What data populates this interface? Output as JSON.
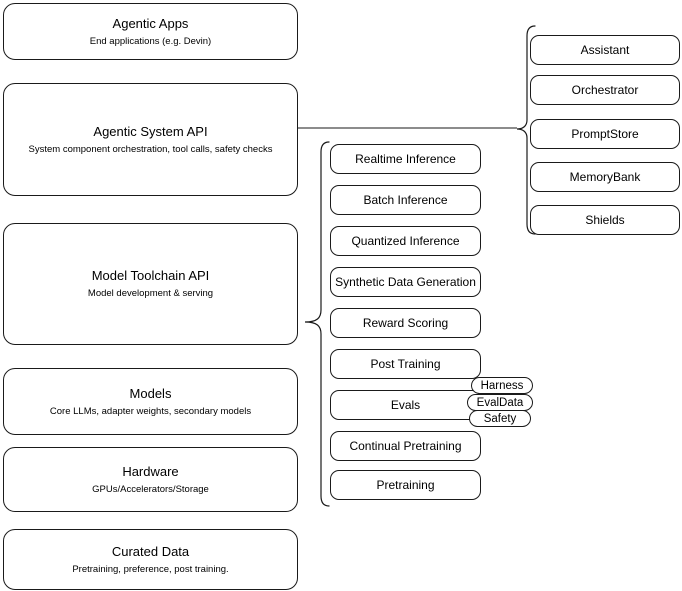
{
  "diagram": {
    "title": "Agentic AI stack architecture",
    "stroke_color": "#1a1a1a",
    "background_color": "#ffffff"
  },
  "stack_layers": [
    {
      "id": "agentic-apps",
      "title": "Agentic Apps",
      "subtitle": "End applications (e.g. Devin)"
    },
    {
      "id": "agentic-system-api",
      "title": "Agentic System API",
      "subtitle": "System component orchestration, tool calls, safety checks"
    },
    {
      "id": "model-toolchain-api",
      "title": "Model Toolchain API",
      "subtitle": "Model development & serving"
    },
    {
      "id": "models",
      "title": "Models",
      "subtitle": "Core LLMs, adapter weights, secondary models"
    },
    {
      "id": "hardware",
      "title": "Hardware",
      "subtitle": "GPUs/Accelerators/Storage"
    },
    {
      "id": "curated-data",
      "title": "Curated Data",
      "subtitle": "Pretraining, preference, post training."
    }
  ],
  "toolchain_components": [
    {
      "id": "realtime-inference",
      "label": "Realtime Inference"
    },
    {
      "id": "batch-inference",
      "label": "Batch Inference"
    },
    {
      "id": "quantized-inference",
      "label": "Quantized Inference"
    },
    {
      "id": "synthetic-data-generation",
      "label": "Synthetic Data Generation"
    },
    {
      "id": "reward-scoring",
      "label": "Reward Scoring"
    },
    {
      "id": "post-training",
      "label": "Post Training"
    },
    {
      "id": "evals",
      "label": "Evals"
    },
    {
      "id": "continual-pretraining",
      "label": "Continual Pretraining"
    },
    {
      "id": "pretraining",
      "label": "Pretraining"
    }
  ],
  "evals_subcomponents": [
    {
      "id": "harness",
      "label": "Harness"
    },
    {
      "id": "evaldata",
      "label": "EvalData"
    },
    {
      "id": "safety",
      "label": "Safety"
    }
  ],
  "system_components": [
    {
      "id": "assistant",
      "label": "Assistant"
    },
    {
      "id": "orchestrator",
      "label": "Orchestrator"
    },
    {
      "id": "promptstore",
      "label": "PromptStore"
    },
    {
      "id": "memorybank",
      "label": "MemoryBank"
    },
    {
      "id": "shields",
      "label": "Shields"
    }
  ]
}
